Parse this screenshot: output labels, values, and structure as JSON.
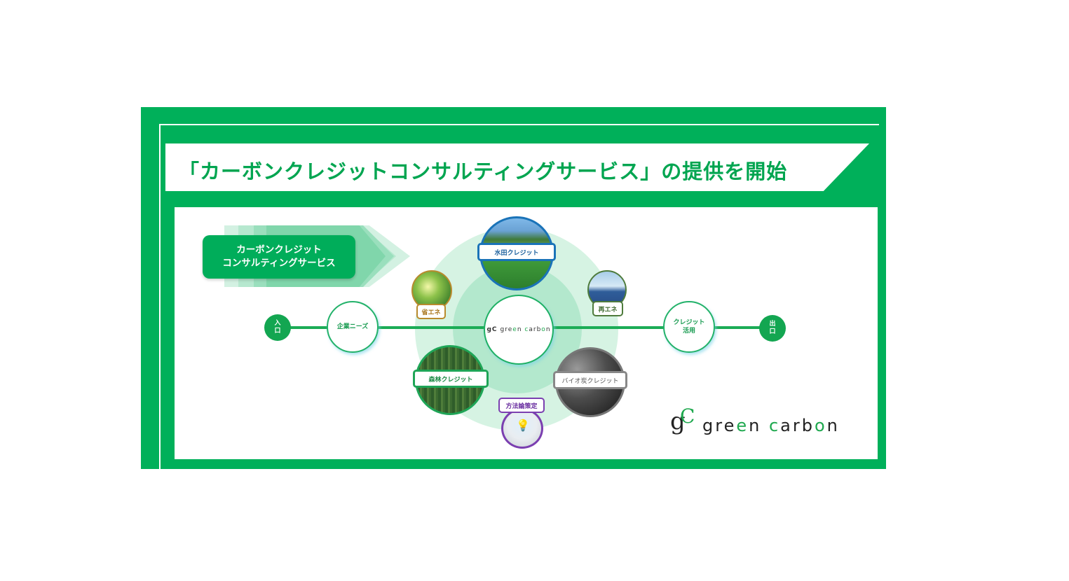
{
  "title": "「カーボンクレジットコンサルティングサービス」の提供を開始",
  "service_box": {
    "line1": "カーボンクレジット",
    "line2": "コンサルティングサービス"
  },
  "flow": {
    "entry": {
      "line1": "入",
      "line2": "口"
    },
    "needs": "企業ニーズ",
    "center_logo": {
      "mark": "gC",
      "text_parts": [
        "gre",
        "e",
        "n ",
        "c",
        "arb",
        "o",
        "n"
      ]
    },
    "usage": {
      "line1": "クレジット",
      "line2": "活用"
    },
    "exit": {
      "line1": "出",
      "line2": "口"
    }
  },
  "credits": {
    "rice": "水田クレジット",
    "forest": "森林クレジット",
    "biochar": "バイオ炭クレジット",
    "energy_saving": "省エネ",
    "renewable": "再エネ",
    "methodology": "方法論策定"
  },
  "brand_logo": {
    "mark_g": "g",
    "mark_c": "C",
    "text_parts": [
      "gre",
      "e",
      "n ",
      "c",
      "arb",
      "o",
      "n"
    ]
  },
  "colors": {
    "brand_green": "#00b05a",
    "light_green": "#d6f3e3",
    "mid_green": "#b3e8cd",
    "rice_blue": "#1a73b8",
    "method_purple": "#7b3fb0",
    "save_gold": "#b98a2d",
    "renew_olive": "#4e7b3c"
  }
}
